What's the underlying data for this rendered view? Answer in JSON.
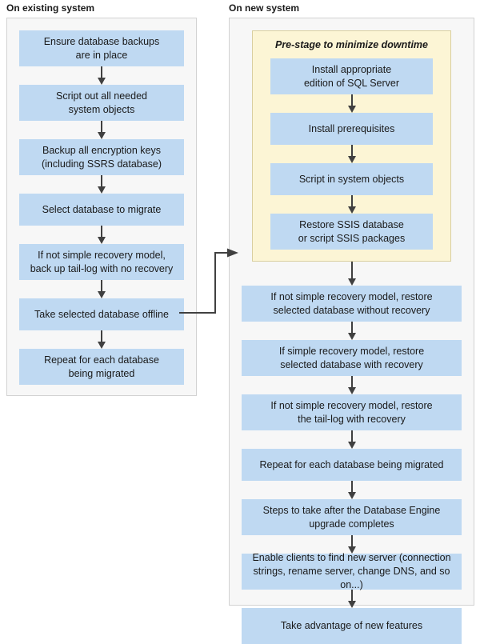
{
  "diagram": {
    "title_existing": "On existing system",
    "title_new": "On new system",
    "prestage_title": "Pre-stage to minimize downtime",
    "colors": {
      "node_fill": "#bfd9f2",
      "panel_fill": "#f7f7f7",
      "panel_border": "#d2d2d2",
      "prestage_fill": "#fcf5d5",
      "prestage_border": "#d9cfa0",
      "connector": "#404040",
      "text": "#1a1a1a"
    }
  },
  "existing_steps": [
    {
      "line1": "Ensure database backups",
      "line2": "are in place"
    },
    {
      "line1": "Script out all needed",
      "line2": "system objects"
    },
    {
      "line1": "Backup all encryption keys",
      "line2": "(including SSRS database)"
    },
    {
      "line1": "Select database to migrate",
      "line2": ""
    },
    {
      "line1": "If not simple recovery model,",
      "line2": "back up tail-log with no recovery"
    },
    {
      "line1": "Take selected database offline",
      "line2": ""
    },
    {
      "line1": "Repeat for each database",
      "line2": "being migrated"
    }
  ],
  "prestage_steps": [
    {
      "line1": "Install appropriate",
      "line2": "edition of SQL Server"
    },
    {
      "line1": "Install prerequisites",
      "line2": ""
    },
    {
      "line1": "Script in system objects",
      "line2": ""
    },
    {
      "line1": "Restore SSIS database",
      "line2": "or script SSIS packages"
    }
  ],
  "new_steps": [
    {
      "line1": "If not simple recovery model, restore",
      "line2": "selected database without recovery"
    },
    {
      "line1": "If simple recovery model, restore",
      "line2": "selected database with recovery"
    },
    {
      "line1": "If not simple recovery model, restore",
      "line2": "the tail-log with recovery"
    },
    {
      "line1": "Repeat for each database being migrated",
      "line2": ""
    },
    {
      "line1": "Steps to take after the Database Engine",
      "line2": "upgrade completes"
    },
    {
      "line1": "Enable clients to find new server (connection",
      "line2": "strings, rename server, change DNS, and so on...)"
    },
    {
      "line1": "Take advantage of new features",
      "line2": ""
    }
  ]
}
